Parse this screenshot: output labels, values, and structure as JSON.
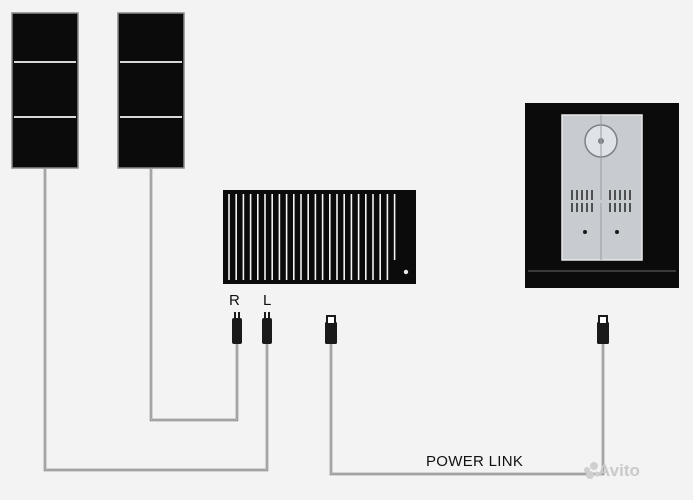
{
  "labels": {
    "right_channel": "R",
    "left_channel": "L",
    "power_link": "POWER LINK"
  },
  "watermark": {
    "text": "Avito"
  },
  "colors": {
    "background": "#f3f3f3",
    "device_black": "#0b0b0b",
    "cable": "#7a7a7a",
    "panel_grey": "#c8ccd0",
    "watermark": "#c9c9c9"
  },
  "components": {
    "speakers": [
      "left-speaker",
      "right-speaker"
    ],
    "amplifier": "amplifier",
    "music_system": "music-system"
  }
}
